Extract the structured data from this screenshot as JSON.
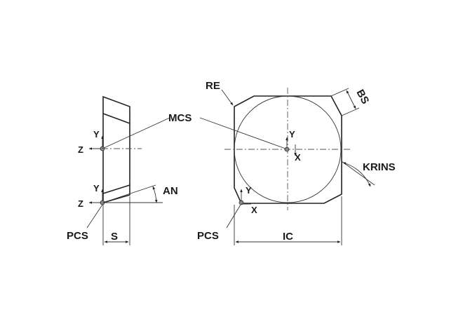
{
  "colors": {
    "insert_fill": "#F2C21B",
    "line": "#222222",
    "background": "#FFFFFF"
  },
  "labels": {
    "mcs": "MCS",
    "re": "RE",
    "bs": "BS",
    "krins": "KRINS",
    "an": "AN",
    "pcs_side": "PCS",
    "pcs_top": "PCS",
    "s": "S",
    "ic": "IC"
  },
  "axes": {
    "side_mcs": {
      "y": "Y",
      "z": "Z"
    },
    "side_pcs": {
      "y": "Y",
      "z": "Z"
    },
    "top_mcs": {
      "y": "Y",
      "x": "X"
    },
    "top_pcs": {
      "y": "Y",
      "x": "X"
    }
  }
}
